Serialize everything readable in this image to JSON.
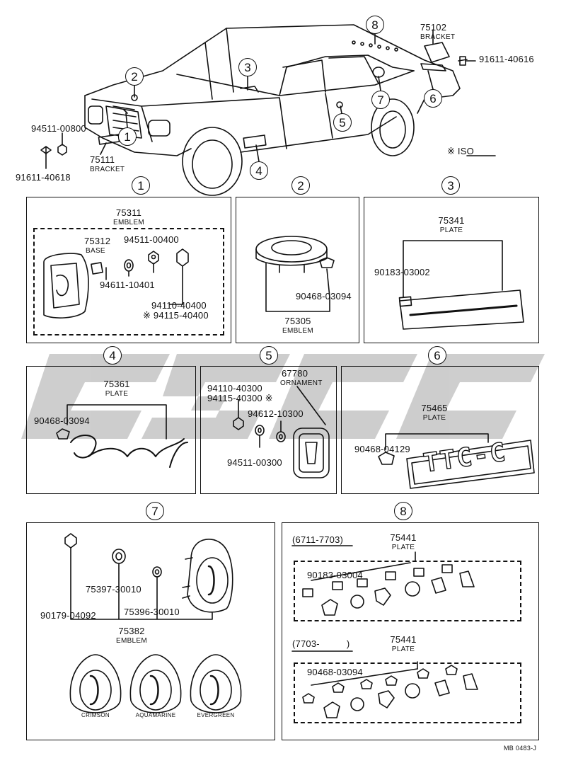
{
  "diagram": {
    "overview_labels": {
      "bracket_top_no": "75102",
      "bracket_top_name": "BRACKET",
      "bolt_right": "91611-40616",
      "nut_left": "94511-00800",
      "bracket_front_no": "75111",
      "bracket_front_name": "BRACKET",
      "bolt_left": "91611-40618",
      "iso_note": "※ ISO"
    },
    "callouts": [
      "1",
      "2",
      "3",
      "4",
      "5",
      "6",
      "7",
      "8"
    ],
    "panel1": {
      "emblem_no": "75311",
      "emblem_name": "EMBLEM",
      "base_no": "75312",
      "base_name": "BASE",
      "nut": "94511-00400",
      "washer": "94611-10401",
      "nut2": "94110-40400",
      "nut2_iso": "※ 94115-40400"
    },
    "panel2": {
      "clip": "90468-03094",
      "emblem_no": "75305",
      "emblem_name": "EMBLEM"
    },
    "panel3": {
      "plate_no": "75341",
      "plate_name": "PLATE",
      "clip": "90183-03002"
    },
    "panel4": {
      "plate_no": "75361",
      "plate_name": "PLATE",
      "clip": "90468-03094"
    },
    "panel5": {
      "ornament_no": "67780",
      "ornament_name": "ORNAMENT",
      "nut": "94110-40300",
      "nut_iso": "94115-40300 ※",
      "washer": "94612-10300",
      "nut2": "94511-00300"
    },
    "panel6": {
      "plate_no": "75465",
      "plate_name": "PLATE",
      "clip": "90468-04129",
      "plate_text": "TTC-C"
    },
    "panel7": {
      "nut": "90179-04092",
      "grommet1": "75397-30010",
      "grommet2": "75396-30010",
      "emblem_no": "75382",
      "emblem_name": "EMBLEM",
      "variants": [
        "CRIMSON",
        "AQUAMARINE",
        "EVERGREEN"
      ]
    },
    "panel8": {
      "range_a": "(6711-7703)",
      "range_b": "(7703-          )",
      "plate_no_a": "75441",
      "plate_name_a": "PLATE",
      "clip_a": "90183-03004",
      "plate_no_b": "75441",
      "plate_name_b": "PLATE",
      "clip_b": "90468-03094"
    },
    "footer_code": "MB 0483-J"
  }
}
